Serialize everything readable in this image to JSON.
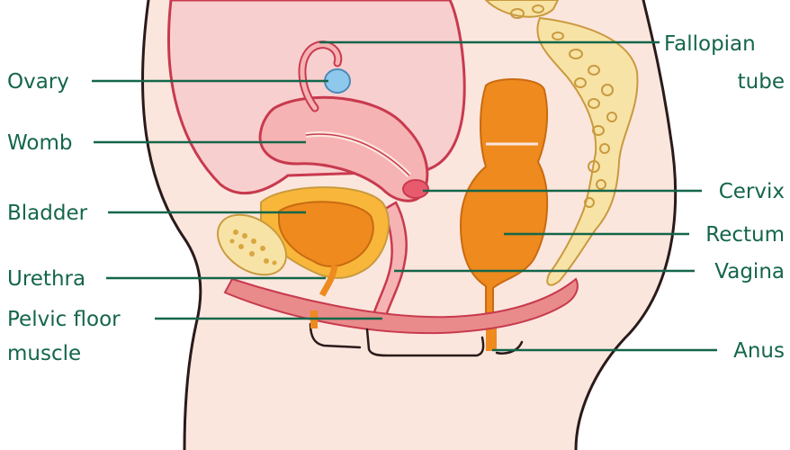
{
  "labels": {
    "fallopian_tube_line1": "Fallopian",
    "fallopian_tube_line2": "tube",
    "ovary": "Ovary",
    "womb": "Womb",
    "bladder": "Bladder",
    "urethra": "Urethra",
    "pelvic_floor_line1": "Pelvic floor",
    "pelvic_floor_line2": "muscle",
    "cervix": "Cervix",
    "rectum": "Rectum",
    "vagina": "Vagina",
    "anus": "Anus"
  },
  "colors": {
    "label_text": "#14664a",
    "body_skin": "#fbe6de",
    "pink_tissue": "#f6b3b3",
    "muscle": "#e98b8b",
    "orange_organ": "#ee8a1e",
    "bone": "#f8e3a6",
    "ovary_blue": "#8ec8ec"
  }
}
